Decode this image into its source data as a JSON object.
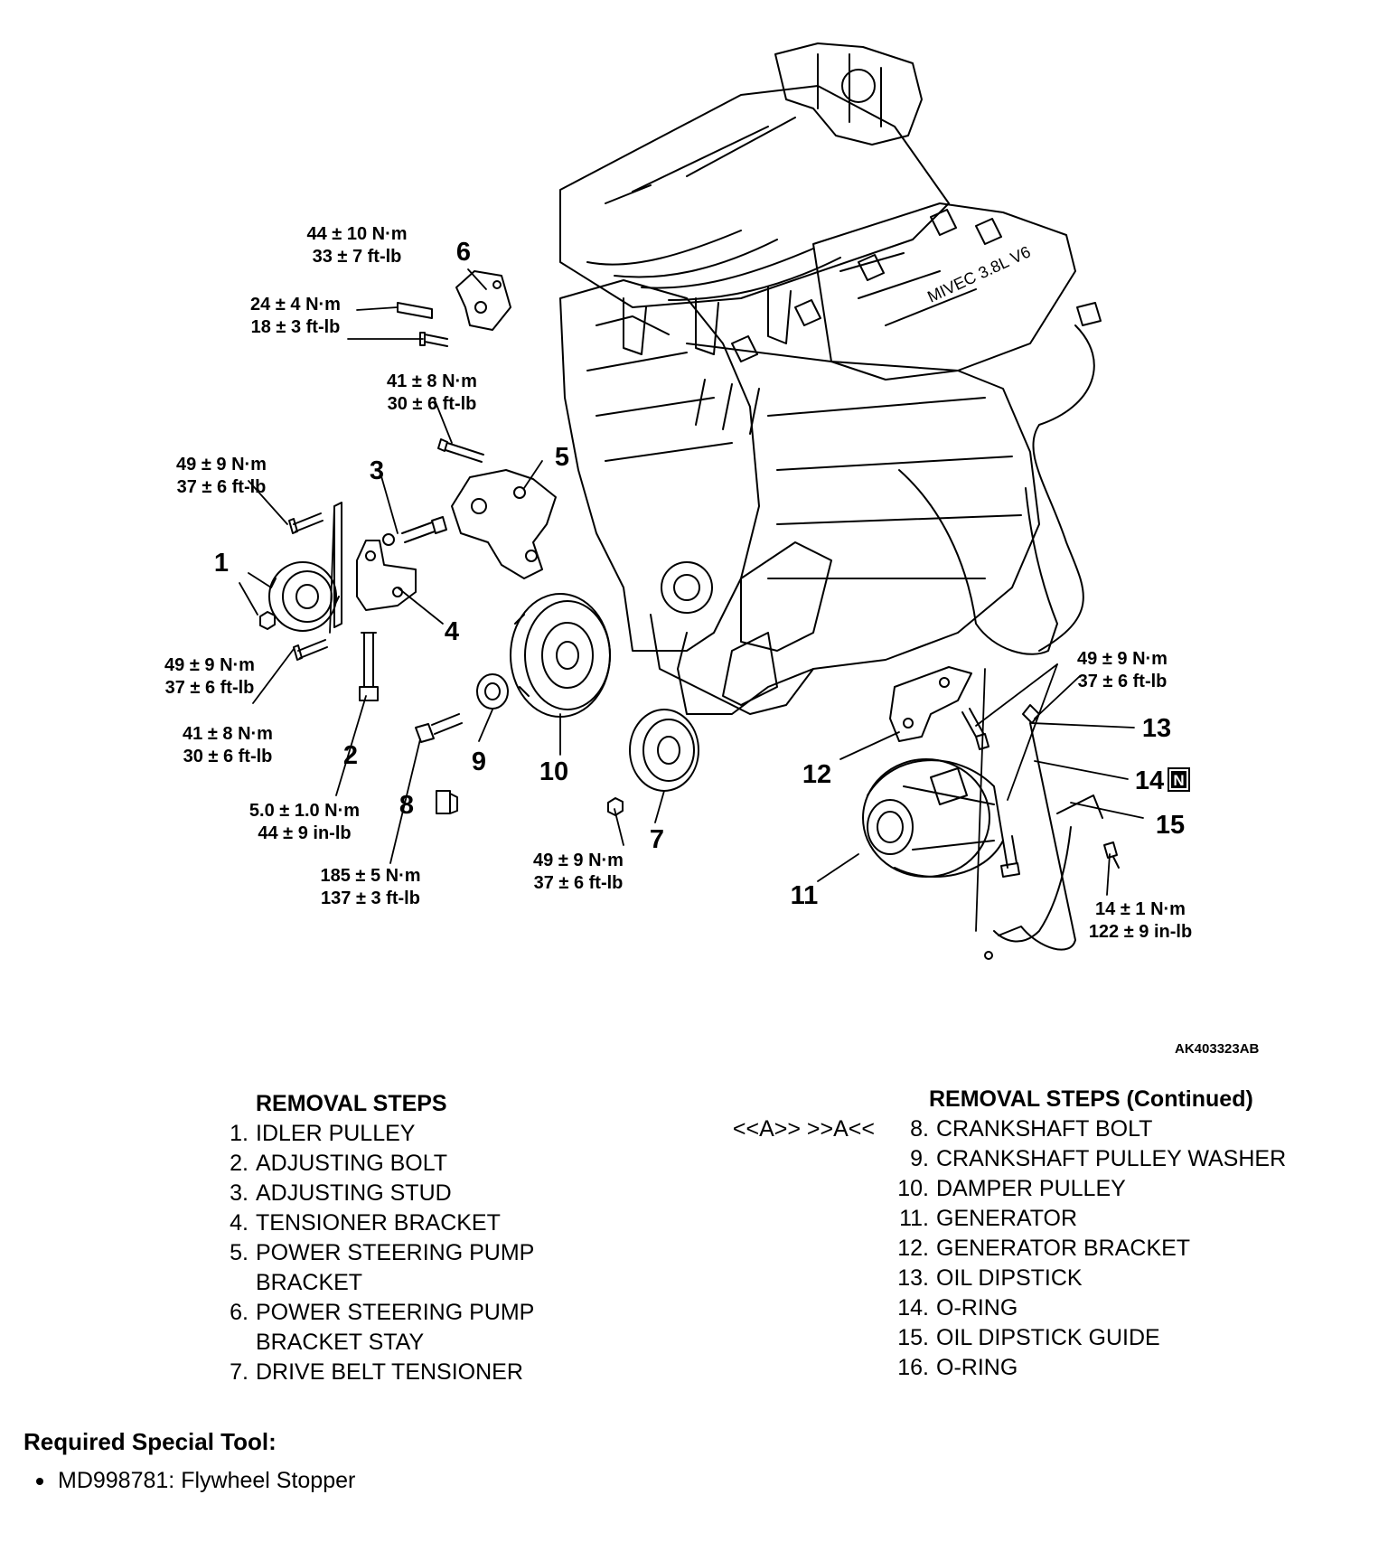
{
  "diagram": {
    "torques": [
      {
        "id": "t6a",
        "nm": "44 ± 10 N·m",
        "imp": "33 ± 7 ft-lb"
      },
      {
        "id": "t6b",
        "nm": "24 ± 4 N·m",
        "imp": "18 ± 3 ft-lb"
      },
      {
        "id": "t5",
        "nm": "41 ± 8 N·m",
        "imp": "30 ± 6 ft-lb"
      },
      {
        "id": "t4a",
        "nm": "49 ± 9 N·m",
        "imp": "37 ± 6 ft-lb"
      },
      {
        "id": "t1",
        "nm": "49 ± 9 N·m",
        "imp": "37 ± 6 ft-lb"
      },
      {
        "id": "t4b",
        "nm": "41 ± 8 N·m",
        "imp": "30 ± 6 ft-lb"
      },
      {
        "id": "t2",
        "nm": "5.0 ± 1.0 N·m",
        "imp": "44 ± 9 in-lb"
      },
      {
        "id": "t8",
        "nm": "185 ± 5 N·m",
        "imp": "137 ± 3 ft-lb"
      },
      {
        "id": "t7",
        "nm": "49 ± 9 N·m",
        "imp": "37 ± 6 ft-lb"
      },
      {
        "id": "t12",
        "nm": "49 ± 9 N·m",
        "imp": "37 ± 6 ft-lb"
      },
      {
        "id": "t15",
        "nm": "14 ± 1 N·m",
        "imp": "122 ± 9 in-lb"
      }
    ],
    "callouts": [
      "1",
      "2",
      "3",
      "4",
      "5",
      "6",
      "7",
      "8",
      "9",
      "10",
      "11",
      "12",
      "13",
      "14",
      "15"
    ],
    "new_part_mark": "N",
    "figure_id": "AK403323AB"
  },
  "removal_steps": {
    "title": "REMOVAL STEPS",
    "title_continued": "REMOVAL STEPS (Continued)",
    "left": [
      {
        "num": "1.",
        "text": "IDLER PULLEY"
      },
      {
        "num": "2.",
        "text": "ADJUSTING BOLT"
      },
      {
        "num": "3.",
        "text": "ADJUSTING STUD"
      },
      {
        "num": "4.",
        "text": "TENSIONER BRACKET"
      },
      {
        "num": "5.",
        "text": "POWER STEERING PUMP\nBRACKET"
      },
      {
        "num": "6.",
        "text": "POWER STEERING PUMP\nBRACKET STAY"
      },
      {
        "num": "7.",
        "text": "DRIVE BELT TENSIONER"
      }
    ],
    "right": [
      {
        "num": "8.",
        "text": "CRANKSHAFT BOLT",
        "refs": "<<A>>   >>A<<"
      },
      {
        "num": "9.",
        "text": "CRANKSHAFT PULLEY WASHER"
      },
      {
        "num": "10.",
        "text": "DAMPER PULLEY"
      },
      {
        "num": "11.",
        "text": "GENERATOR"
      },
      {
        "num": "12.",
        "text": "GENERATOR BRACKET"
      },
      {
        "num": "13.",
        "text": "OIL DIPSTICK"
      },
      {
        "num": "14.",
        "text": "O-RING"
      },
      {
        "num": "15.",
        "text": "OIL DIPSTICK GUIDE"
      },
      {
        "num": "16.",
        "text": "O-RING"
      }
    ]
  },
  "special_tool": {
    "title": "Required Special Tool:",
    "items": [
      "MD998781: Flywheel Stopper"
    ]
  }
}
